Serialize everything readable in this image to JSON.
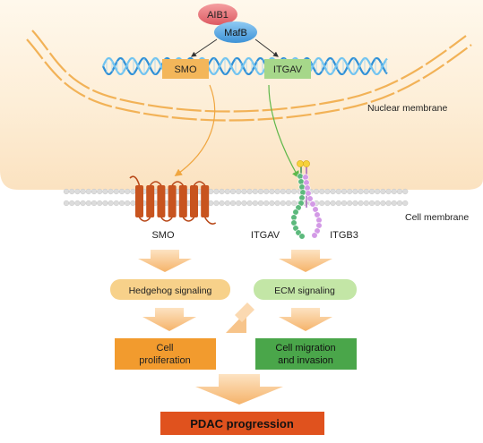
{
  "labels": {
    "aib1": "AIB1",
    "mafb": "MafB",
    "smo_gene": "SMO",
    "itgav_gene": "ITGAV",
    "nuclear_membrane": "Nuclear membrane",
    "cell_membrane": "Cell membrane",
    "smo_protein": "SMO",
    "itgav_protein": "ITGAV",
    "itgb3_protein": "ITGB3",
    "hedgehog": "Hedgehog signaling",
    "ecm": "ECM signaling",
    "prolif_1": "Cell",
    "prolif_2": "proliferation",
    "migr_1": "Cell migration",
    "migr_2": "and invasion",
    "pdac": "PDAC progression"
  },
  "colors": {
    "aib1_fill": "#e8696f",
    "mafb_fill": "#5aa7e0",
    "dna_strand_a": "#2e8fd6",
    "dna_strand_b": "#6fc3f0",
    "smo_gene_fill": "#f3b65a",
    "itgav_gene_fill": "#9fd37a",
    "nuclear_line": "#f4b75c",
    "cytoplasm": "#fdebd0",
    "membrane_bead": "#dcdcdc",
    "smo_receptor": "#c8541f",
    "itgav_bead": "#5cb97c",
    "itgb3_bead": "#d39ae6",
    "hedgehog_fill": "#f7d18a",
    "ecm_fill": "#bfe3a2",
    "prolif_fill": "#f29b2e",
    "migr_fill": "#4aa64a",
    "pdac_fill": "#e0521e",
    "big_arrow": "#f7c48a"
  }
}
